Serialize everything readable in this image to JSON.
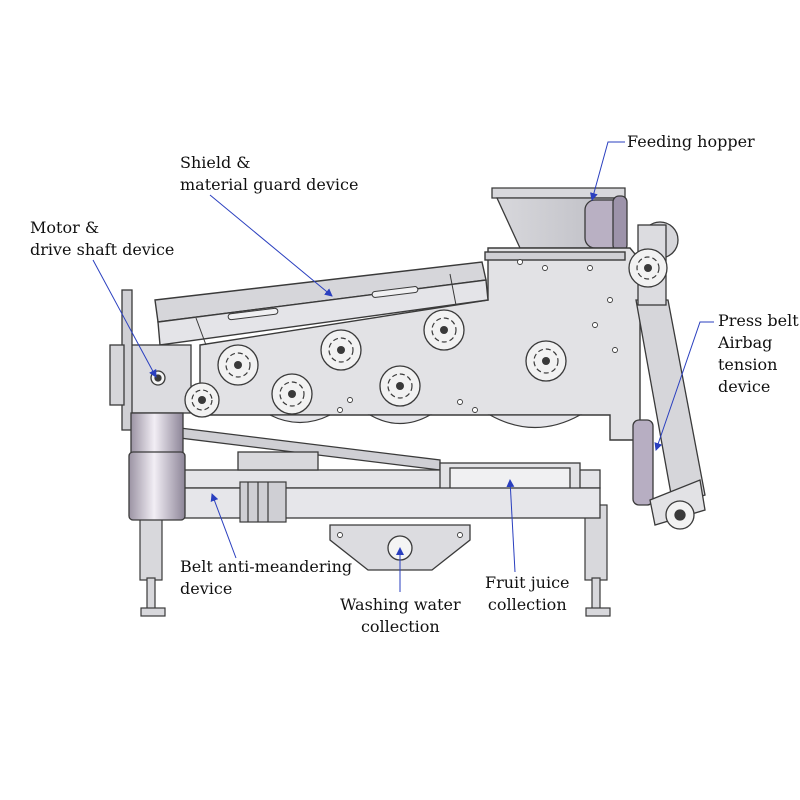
{
  "diagram": {
    "labels": {
      "feeding_hopper": [
        "Feeding hopper"
      ],
      "shield": [
        "Shield &",
        "material guard device"
      ],
      "motor": [
        "Motor &",
        "drive shaft device"
      ],
      "press_belt": [
        "Press belt",
        "Airbag",
        "tension",
        "device"
      ],
      "belt_anti": [
        "Belt anti-meandering",
        "device"
      ],
      "washing_water": [
        "Washing water",
        "collection"
      ],
      "fruit_juice": [
        "Fruit juice",
        "collection"
      ]
    },
    "colors": {
      "frame_fill": "#e2e2e5",
      "frame_stroke": "#3a3a3a",
      "panel_fill": "#d6d6da",
      "roller_fill": "#f2f2f2",
      "leader_line": "#2a3fbf",
      "cylinder": "#c9c2cf"
    }
  }
}
